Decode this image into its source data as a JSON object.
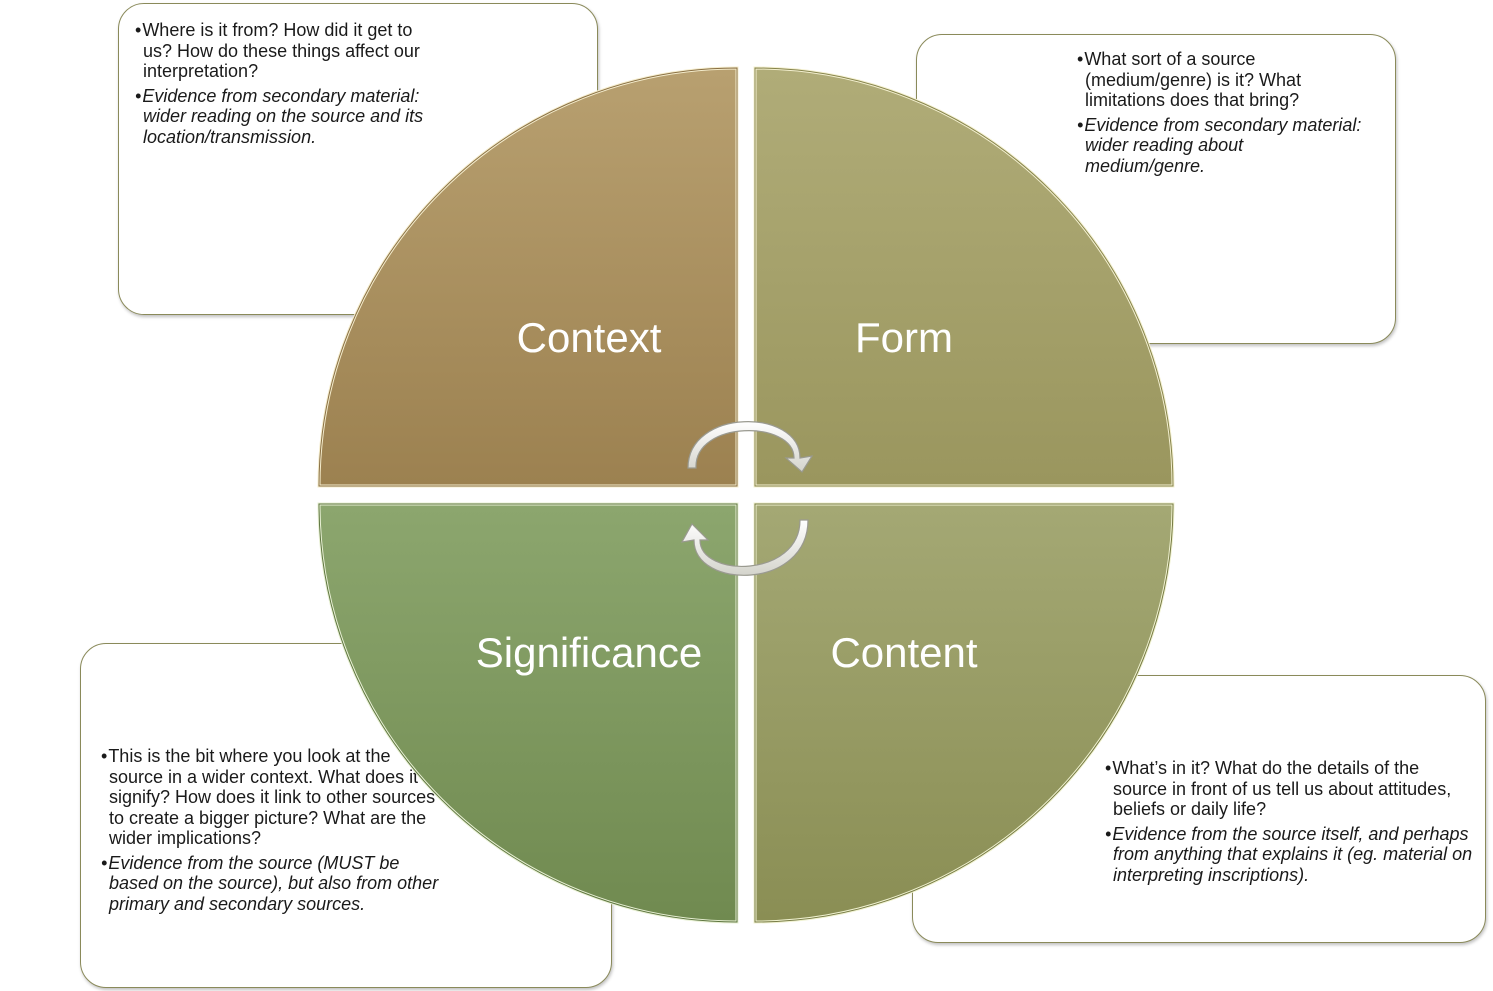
{
  "quadrants": {
    "context": "Context",
    "form": "Form",
    "content": "Content",
    "significance": "Significance"
  },
  "boxes": {
    "context": {
      "bullets": [
        "Where is it from? How did it get to us? How do these things affect our interpretation?",
        "Evidence from secondary material: wider reading on the source and its location/transmission."
      ]
    },
    "form": {
      "bullets": [
        "What sort of a source (medium/genre) is it? What limitations does that bring?",
        "Evidence from secondary material: wider reading about medium/genre."
      ]
    },
    "significance": {
      "bullets": [
        "This is the bit where you look at the source in a wider context. What does it signify? How does it link to other sources to create a bigger picture? What are the wider implications?",
        "Evidence from the source (MUST be based on the source), but also from other primary and secondary sources."
      ]
    },
    "content": {
      "bullets": [
        "What’s in it? What do the details of the source in front of us tell us about attitudes, beliefs or daily life?",
        "Evidence from the source itself, and perhaps from anything that explains it (eg. material on interpreting inscriptions)."
      ]
    }
  },
  "colors": {
    "context": "#a88e5c",
    "form": "#a3a16a",
    "content": "#9aa06a",
    "significance": "#7c9860"
  }
}
